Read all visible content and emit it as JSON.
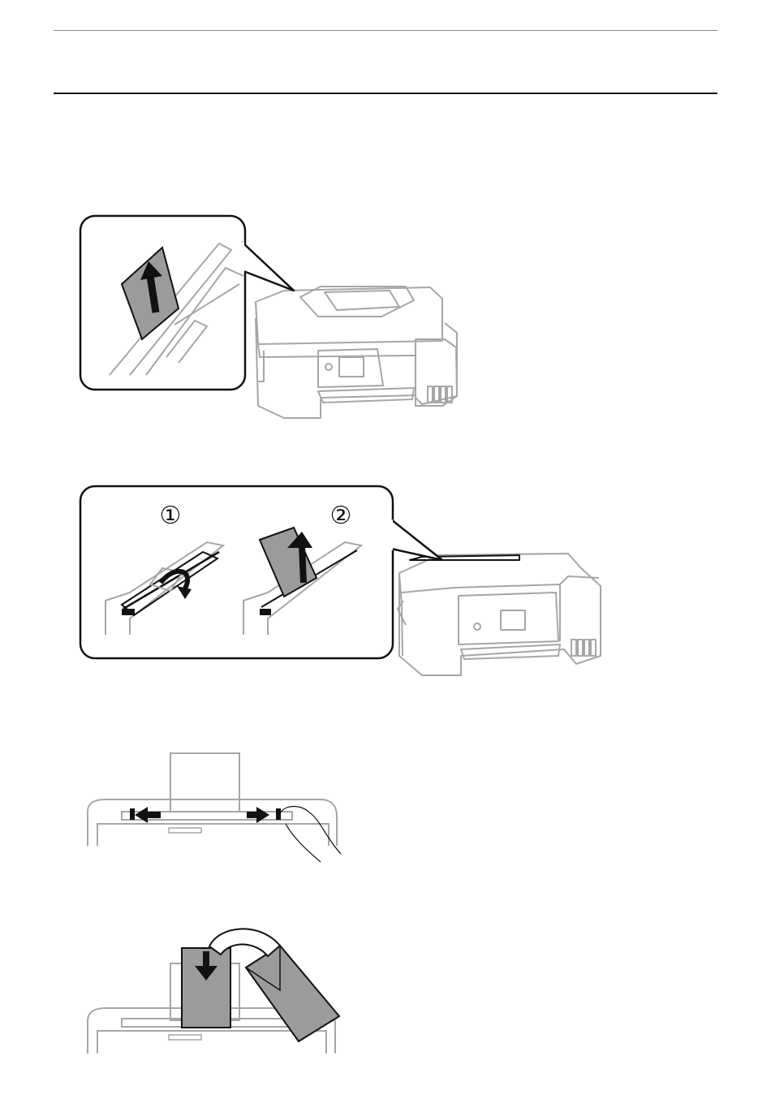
{
  "figures": [
    {
      "id": "figure-1",
      "icon": "rear-paper-feed-slot-icon",
      "callout": true
    },
    {
      "id": "figure-2",
      "icon": "open-feeder-guard-and-extend-support-icon",
      "callout": true,
      "steps": [
        {
          "label": "①"
        },
        {
          "label": "②"
        }
      ]
    },
    {
      "id": "figure-3",
      "icon": "slide-edge-guides-icon"
    },
    {
      "id": "figure-4",
      "icon": "load-envelope-icon"
    }
  ],
  "colors": {
    "line": "#111111",
    "printer_outline": "#a6a6a6",
    "paper_fill": "#9b9b9b",
    "rule": "#8c8c8c"
  }
}
